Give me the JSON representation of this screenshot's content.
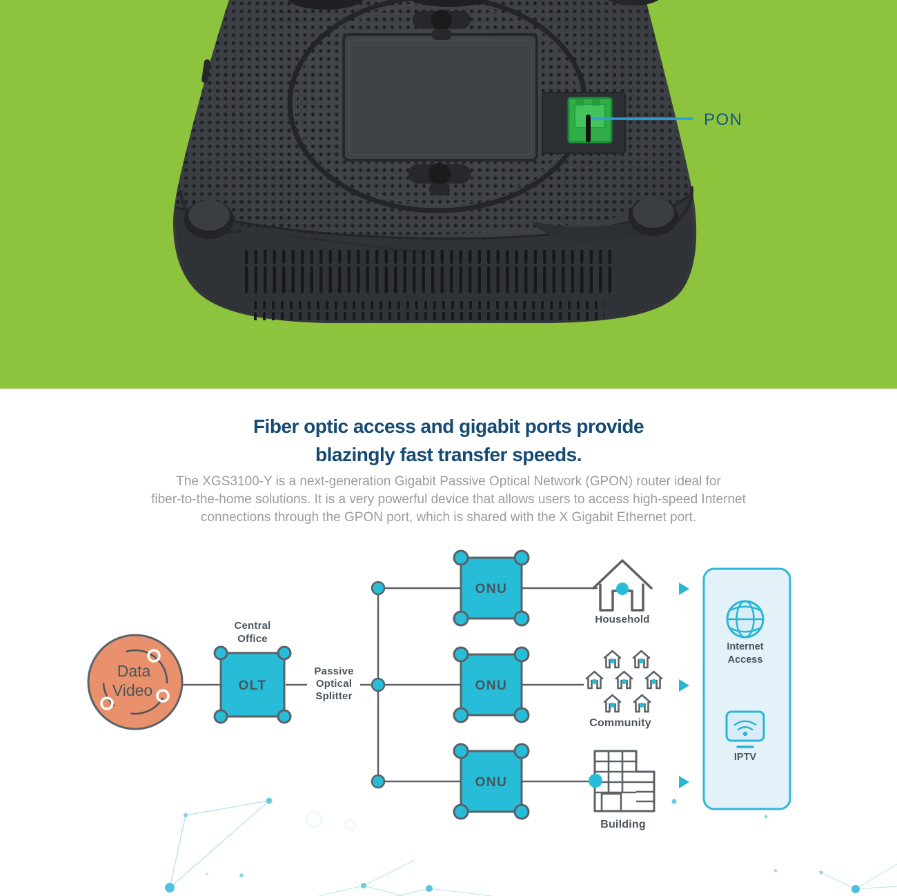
{
  "hero": {
    "pon_label": "PON",
    "bg_color": "#8dc33d",
    "pon_port_color": "#2fae47",
    "leader_line_color": "#2e9fd8"
  },
  "section": {
    "heading_line1": "Fiber optic access and gigabit ports provide",
    "heading_line2": "blazingly fast transfer speeds.",
    "heading_color": "#154a72",
    "body_line1": "The XGS3100-Y is a next-generation Gigabit Passive Optical Network (GPON) router ideal for",
    "body_line2": "fiber-to-the-home solutions. It is a very powerful device that allows users to access high-speed Internet",
    "body_line3": "connections through the GPON port, which is shared with the X Gigabit Ethernet port.",
    "body_color": "#9b9b9b"
  },
  "diagram": {
    "source": {
      "line1": "Data",
      "line2": "Video"
    },
    "central_office": {
      "line1": "Central",
      "line2": "Office"
    },
    "olt_label": "OLT",
    "splitter": {
      "line1": "Passive",
      "line2": "Optical",
      "line3": "Splitter"
    },
    "onu_top": "ONU",
    "onu_mid": "ONU",
    "onu_bottom": "ONU",
    "household_label": "Household",
    "community_label": "Community",
    "building_label": "Building",
    "panel": {
      "internet_line1": "Internet",
      "internet_line2": "Access",
      "iptv_label": "IPTV"
    },
    "colors": {
      "accent_cyan": "#29b5d4",
      "node_fill": "#27bcd8",
      "source_fill": "#e8916c",
      "line_gray": "#5b6167",
      "label_gray": "#4b545c",
      "panel_fill": "#e3f2f9"
    }
  }
}
